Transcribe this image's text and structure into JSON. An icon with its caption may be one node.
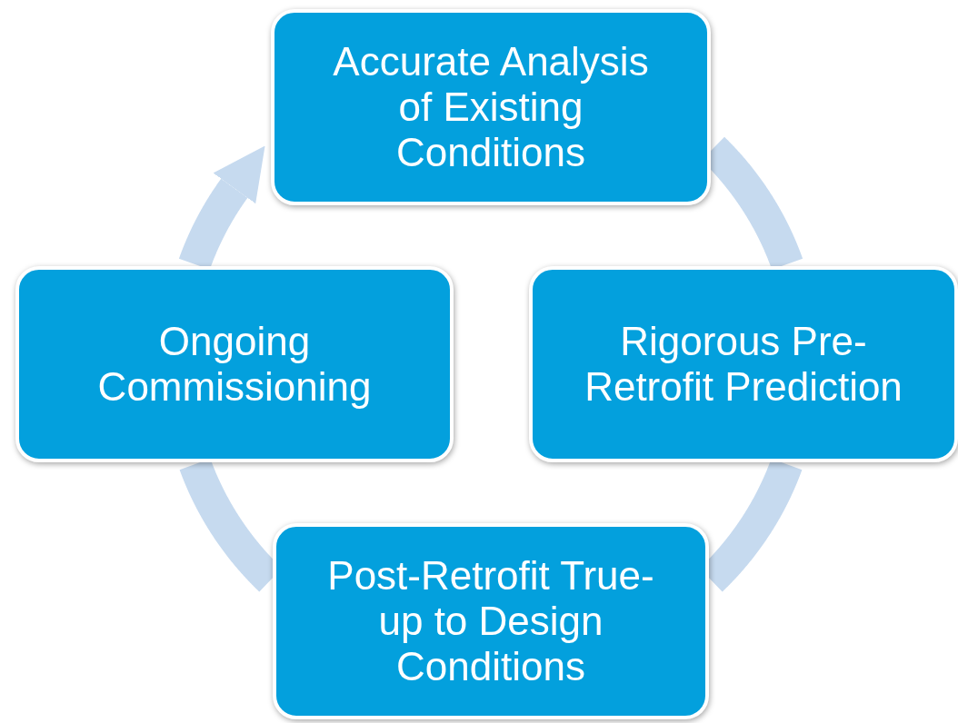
{
  "diagram": {
    "nodes": [
      {
        "text": [
          "Accurate Analysis of Existing Conditions"
        ]
      },
      {
        "text": [
          "Rigorous Pre-Retrofit Prediction"
        ]
      },
      {
        "text": [
          "Post-Retrofit True-up to Design Conditions"
        ]
      },
      {
        "text": [
          "Ongoing Commissioning"
        ]
      }
    ],
    "edges": [
      {
        "from": 0,
        "to": 1,
        "arrow": "none"
      },
      {
        "from": 1,
        "to": 2,
        "arrow": "none"
      },
      {
        "from": 2,
        "to": 3,
        "arrow": "none"
      },
      {
        "from": 3,
        "to": 0,
        "arrow": "to"
      }
    ]
  }
}
